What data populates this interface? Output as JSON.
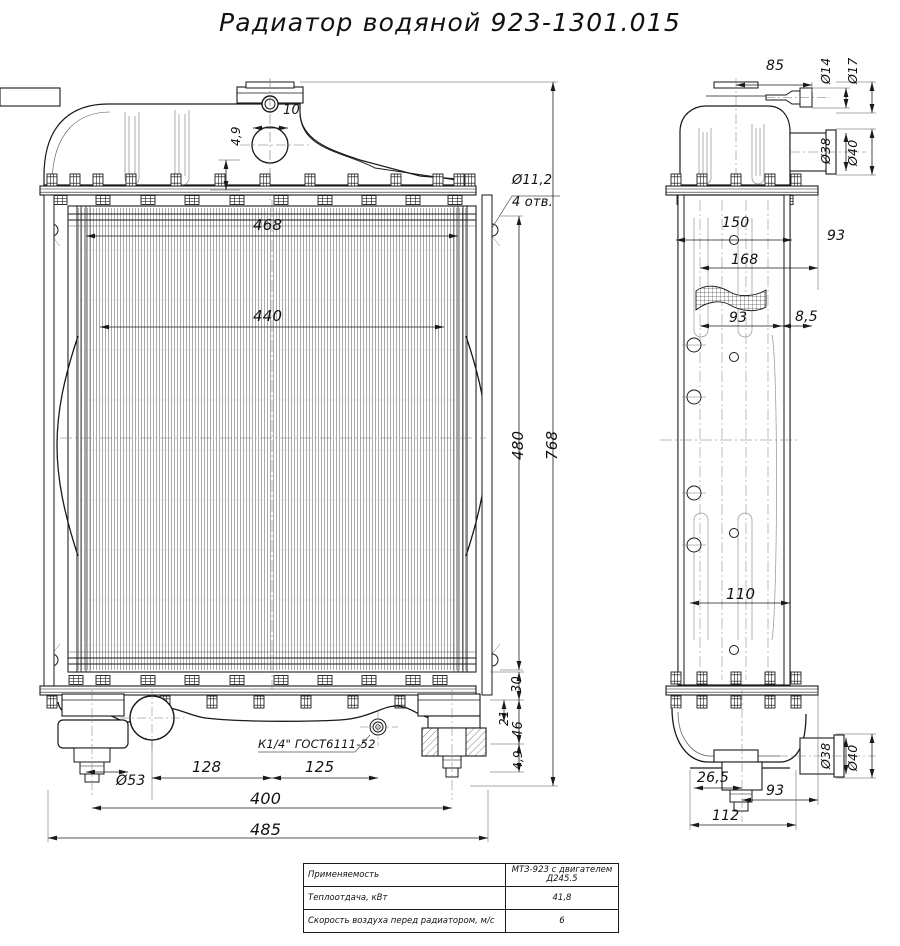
{
  "title": "Радиатор водяной 923-1301.015",
  "front_view": {
    "dim_core_width": "468",
    "dim_core_inner_width": "440",
    "dim_overall_height": "768",
    "dim_core_height": "480",
    "dim_hole": "Ø11,2",
    "dim_hole_qty": "4 отв.",
    "dim_filler_offset": "10",
    "dim_top_plate": "4,9",
    "dim_bottom_30": "30",
    "dim_bottom_46": "46",
    "dim_bottom_21": "21",
    "dim_bottom_49": "4,9",
    "dim_drain": "Ø53",
    "dim_128": "128",
    "dim_125": "125",
    "dim_400": "400",
    "dim_485": "485",
    "note_thread": "К1/4\" ГОСТ6111-52"
  },
  "side_view": {
    "dim_85": "85",
    "dim_d14": "Ø14",
    "dim_d17": "Ø17",
    "dim_d38_top": "Ø38",
    "dim_d40_top": "Ø40",
    "dim_150": "150",
    "dim_168": "168",
    "dim_93_top": "93",
    "dim_93_mid": "93",
    "dim_85_gap": "8,5",
    "dim_110": "110",
    "dim_d38_bot": "Ø38",
    "dim_d40_bot": "Ø40",
    "dim_265": "26,5",
    "dim_93_bot": "93",
    "dim_112": "112"
  },
  "spec_table": {
    "rows": [
      {
        "label": "Применяемость",
        "value": "МТЗ-923 с двигателем  Д245.5"
      },
      {
        "label": "Теплоотдача, кВт",
        "value": "41,8"
      },
      {
        "label": "Скорость воздуха перед радиатором, м/с",
        "value": "6"
      }
    ]
  },
  "colors": {
    "line": "#1a1a1a",
    "thin": "#555555",
    "fin": "#9a9a9a",
    "center": "#777777",
    "paper": "#ffffff"
  }
}
